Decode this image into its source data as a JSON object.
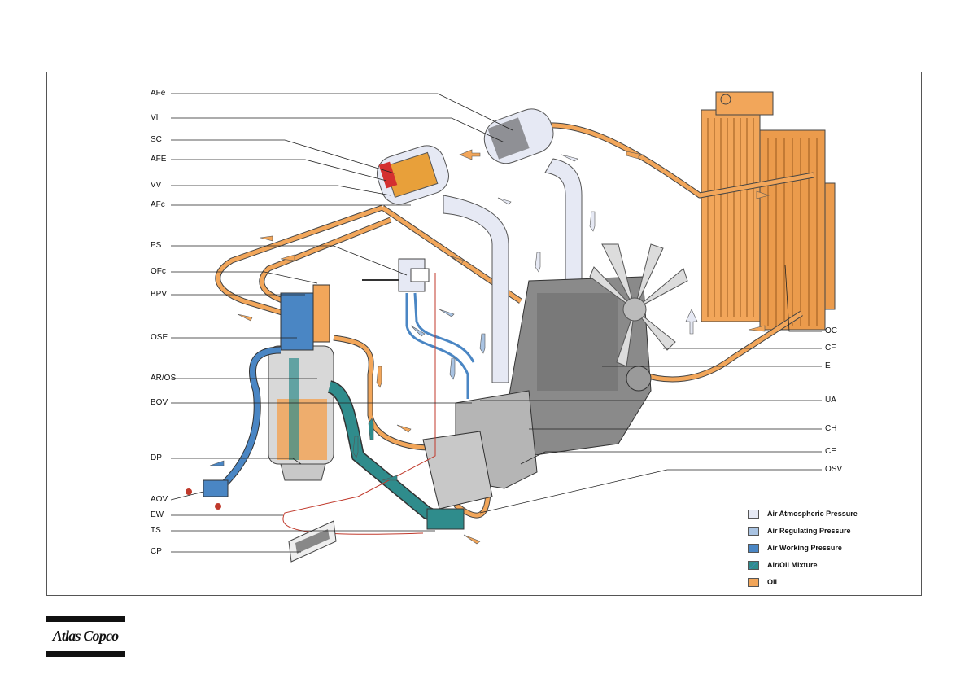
{
  "labels_left": [
    "AFe",
    "VI",
    "SC",
    "AFE",
    "VV",
    "AFc",
    "PS",
    "OFc",
    "BPV",
    "OSE",
    "AR/OS",
    "BOV",
    "DP",
    "AOV",
    "EW",
    "TS",
    "CP"
  ],
  "labels_right": [
    "OC",
    "CF",
    "E",
    "UA",
    "CH",
    "CE",
    "OSV"
  ],
  "legend": [
    {
      "label": "Air Atmospheric Pressure",
      "color": "#e6e9f4"
    },
    {
      "label": "Air Regulating Pressure",
      "color": "#a9c3e2"
    },
    {
      "label": "Air Working Pressure",
      "color": "#4a86c4"
    },
    {
      "label": "Air/Oil Mixture",
      "color": "#2f8c8c"
    },
    {
      "label": "Oil",
      "color": "#f2a65a"
    }
  ],
  "colors": {
    "oil": "#f2a65a",
    "oil_dark": "#c47a2c",
    "air_atm": "#e6e9f4",
    "air_reg": "#a9c3e2",
    "air_work": "#4a86c4",
    "mixture": "#2f8c8c",
    "engine": "#7d7d7d",
    "wire": "#c0392b"
  },
  "logo": {
    "text": "Atlas Copco"
  }
}
